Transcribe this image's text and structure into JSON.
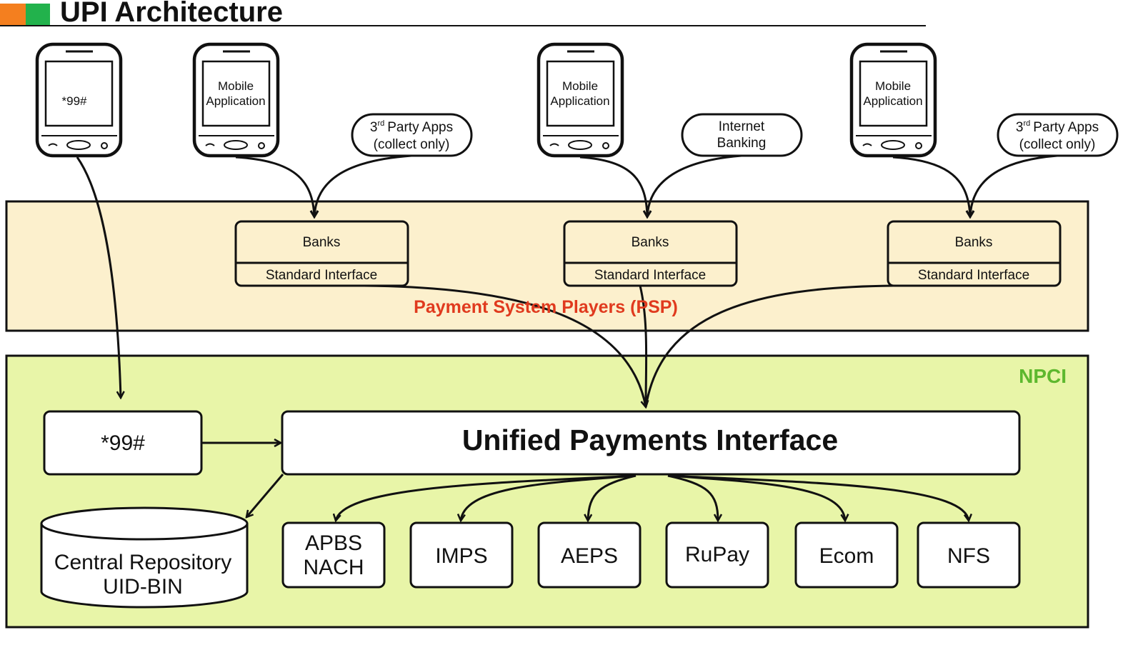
{
  "title": "UPI Architecture",
  "colors": {
    "accent_orange": "#f47f1f",
    "accent_green": "#22b24c",
    "psp_fill": "#fcf0cd",
    "npci_fill": "#e8f5a8",
    "psp_label": "#e03a1e",
    "npci_label": "#5db82e"
  },
  "phones": [
    {
      "screen_line1": "*99#",
      "screen_line2": ""
    },
    {
      "screen_line1": "Mobile",
      "screen_line2": "Application"
    },
    {
      "screen_line1": "Mobile",
      "screen_line2": "Application"
    },
    {
      "screen_line1": "Mobile",
      "screen_line2": "Application"
    }
  ],
  "bubbles": [
    {
      "line1": "Party Apps",
      "prefix": "3",
      "sup": "rd",
      "line2": "(collect only)"
    },
    {
      "line1": "Internet",
      "line2": "Banking"
    },
    {
      "line1": "Party Apps",
      "prefix": "3",
      "sup": "rd",
      "line2": "(collect only)"
    }
  ],
  "psp": {
    "label": "Payment System Players (PSP)",
    "banks": [
      {
        "name": "Banks",
        "interface": "Standard Interface"
      },
      {
        "name": "Banks",
        "interface": "Standard Interface"
      },
      {
        "name": "Banks",
        "interface": "Standard Interface"
      }
    ]
  },
  "npci": {
    "label": "NPCI",
    "ussd_box": "*99#",
    "upi_box": "Unified Payments Interface",
    "repository": {
      "line1": "Central Repository",
      "line2": "UID-BIN"
    },
    "systems": [
      {
        "line1": "APBS",
        "line2": "NACH"
      },
      {
        "line1": "IMPS",
        "line2": ""
      },
      {
        "line1": "AEPS",
        "line2": ""
      },
      {
        "line1": "RuPay",
        "line2": ""
      },
      {
        "line1": "Ecom",
        "line2": ""
      },
      {
        "line1": "NFS",
        "line2": ""
      }
    ]
  }
}
